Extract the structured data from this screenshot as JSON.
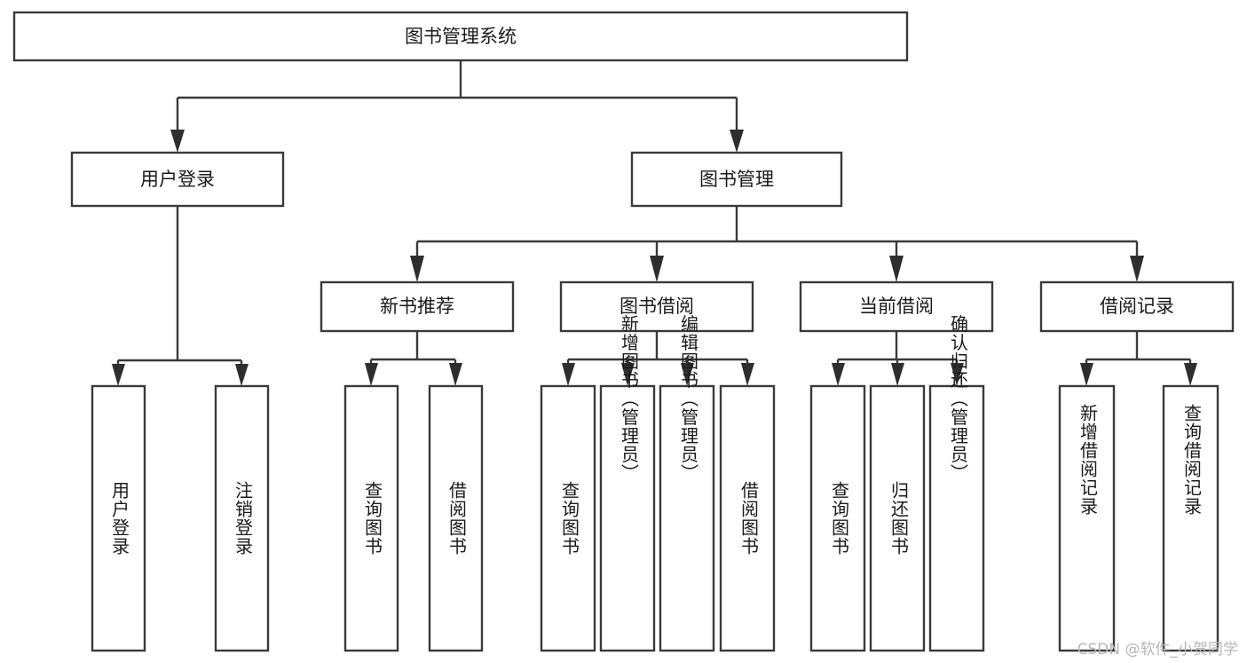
{
  "diagram": {
    "type": "tree-hierarchy",
    "title": "图书管理系统",
    "watermark": "CSDN @软件_小贺同学",
    "colors": {
      "box_stroke": "#3a3a3a",
      "box_fill": "#ffffff",
      "connector": "#3a3a3a",
      "text": "#1a1a1a",
      "watermark": "#b6b6b6",
      "background": "#ffffff"
    },
    "levels": {
      "root": {
        "label": "图书管理系统"
      },
      "level2": [
        {
          "label": "用户登录"
        },
        {
          "label": "图书管理"
        }
      ],
      "level3": [
        {
          "label": "新书推荐"
        },
        {
          "label": "图书借阅"
        },
        {
          "label": "当前借阅"
        },
        {
          "label": "借阅记录"
        }
      ],
      "leaves": {
        "user_login": [
          {
            "label": "用户登录"
          },
          {
            "label": "注销登录"
          }
        ],
        "new_book_recommend": [
          {
            "label": "查询图书"
          },
          {
            "label": "借阅图书"
          }
        ],
        "book_borrow": [
          {
            "label": "查询图书"
          },
          {
            "label": "新增图书（管理员）"
          },
          {
            "label": "编辑图书（管理员）"
          },
          {
            "label": "借阅图书"
          }
        ],
        "current_borrow": [
          {
            "label": "查询图书"
          },
          {
            "label": "归还图书"
          },
          {
            "label": "确认归还（管理员）"
          }
        ],
        "borrow_records": [
          {
            "label": "新增借阅记录"
          },
          {
            "label": "查询借阅记录"
          }
        ]
      }
    }
  }
}
